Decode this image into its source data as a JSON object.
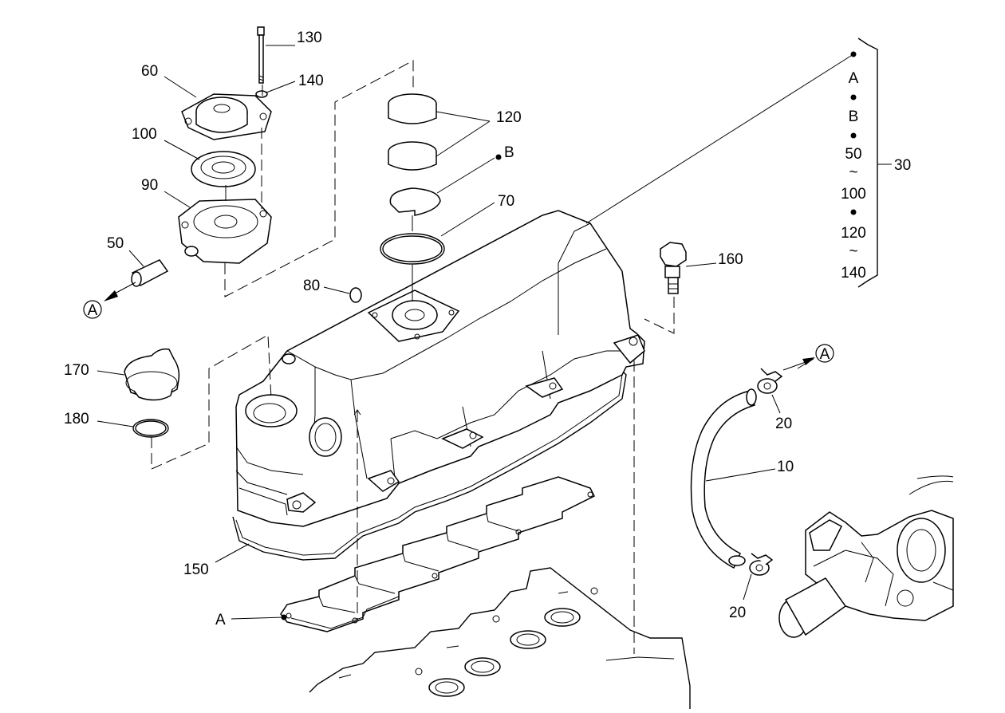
{
  "callouts": {
    "p130": "130",
    "p140": "140",
    "p60": "60",
    "p100": "100",
    "p90": "90",
    "p50": "50",
    "p120": "120",
    "pB": "B",
    "p70": "70",
    "p80": "80",
    "p160": "160",
    "p170": "170",
    "p180": "180",
    "p150": "150",
    "pA_left": "A",
    "p20_top": "20",
    "p20_bottom": "20",
    "p10": "10",
    "p30": "30"
  },
  "kit_list": {
    "a": "A",
    "b": "B",
    "r1_from": "50",
    "r1_sep": "~",
    "r1_to": "100",
    "r2_from": "120",
    "r2_sep": "~",
    "r2_to": "140"
  },
  "circle_refs": {
    "left": "A",
    "right": "A"
  }
}
